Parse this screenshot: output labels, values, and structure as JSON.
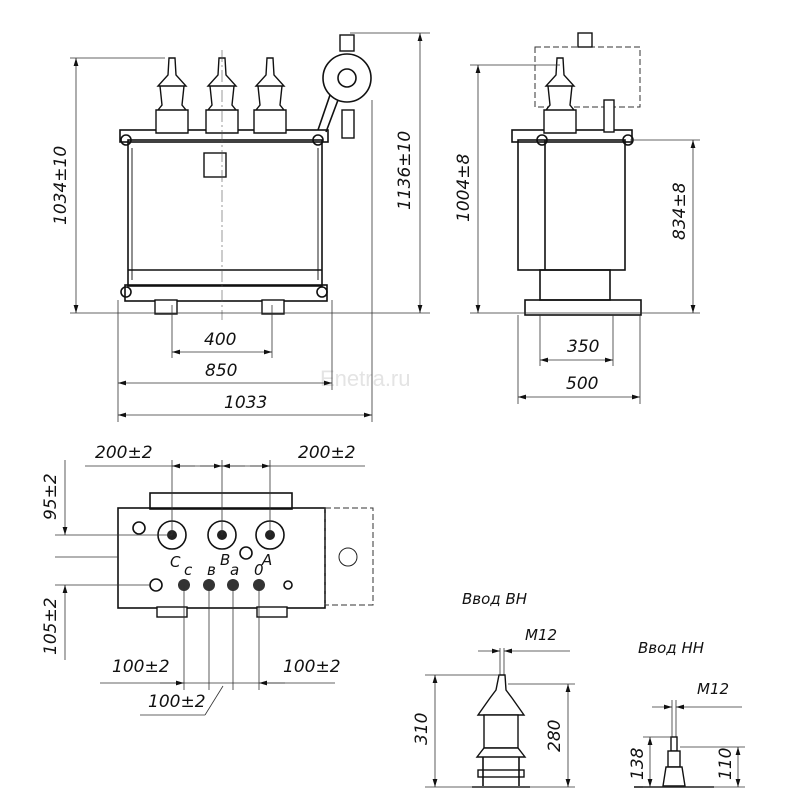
{
  "watermark": "Enetra.ru",
  "front_view": {
    "dim_height_cover": "1034±10",
    "dim_height_total": "1136±10",
    "dim_wheel_track": "400",
    "dim_width_body": "850",
    "dim_width_total": "1033"
  },
  "side_view": {
    "dim_height_total": "1004±8",
    "dim_height_tank": "834±8",
    "dim_wheel_track": "350",
    "dim_width_base": "500"
  },
  "top_view": {
    "dim_hv_spacing_left": "200±2",
    "dim_hv_spacing_right": "200±2",
    "dim_hv_offset": "95±2",
    "dim_lv_offset": "105±2",
    "dim_lv_spacing_left": "100±2",
    "dim_lv_spacing_right": "100±2",
    "dim_lv_spacing_middle": "100±2",
    "terminal_labels_hv": [
      "C",
      "B",
      "A"
    ],
    "terminal_labels_lv": [
      "c",
      "в",
      "a",
      "0"
    ]
  },
  "hv_bushing": {
    "title": "Ввод ВН",
    "thread": "M12",
    "dim_total": "310",
    "dim_body": "280"
  },
  "lv_bushing": {
    "title": "Ввод НН",
    "thread": "M12",
    "dim_total": "138",
    "dim_body": "110"
  }
}
